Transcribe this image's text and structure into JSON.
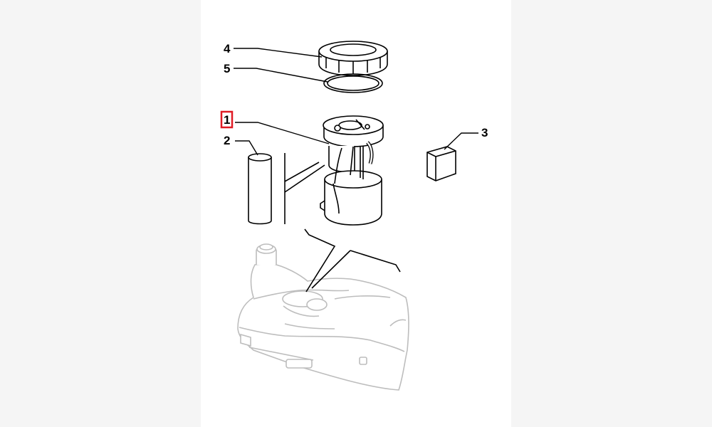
{
  "diagram": {
    "callouts": [
      {
        "id": "1",
        "label": "1",
        "part": "fuel-pump-module",
        "highlighted": true
      },
      {
        "id": "2",
        "label": "2",
        "part": "filter-tube"
      },
      {
        "id": "3",
        "label": "3",
        "part": "relay"
      },
      {
        "id": "4",
        "label": "4",
        "part": "locking-ring-nut"
      },
      {
        "id": "5",
        "label": "5",
        "part": "seal-gasket"
      }
    ],
    "highlight_color": "#e01b24",
    "line_color": "#000000",
    "fill_color": "#ffffff",
    "faded_color": "#bdbdbd"
  }
}
